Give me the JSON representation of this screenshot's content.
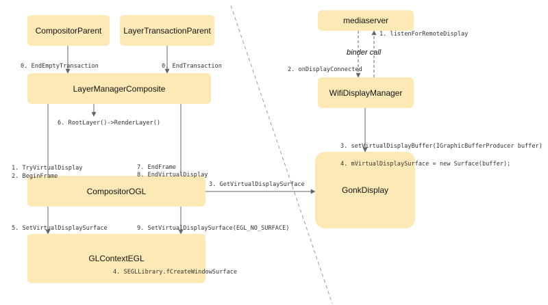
{
  "nodes": {
    "compositor_parent": "CompositorParent",
    "layer_transaction_parent": "LayerTransactionParent",
    "layer_manager_composite": "LayerManagerComposite",
    "compositor_ogl": "CompositorOGL",
    "gl_context_egl": "GLContextEGL",
    "mediaserver": "mediaserver",
    "wifi_display_manager": "WifiDisplayManager",
    "gonk_display": "GonkDisplay"
  },
  "edges": {
    "end_empty_transaction": "0. EndEmptyTransaction",
    "end_transaction": "0. EndTransaction",
    "root_layer_render": "6. RootLayer()->RenderLayer()",
    "try_virtual_display": "1. TryVirtualDisplay",
    "begin_frame": "2. BeginFrame",
    "end_frame": "7. EndFrame",
    "end_virtual_display": "8. EndVirtualDisplay",
    "get_virtual_display_surface": "3. GetVirtualDisplaySurface",
    "set_virtual_display_surface": "5. SetVirtualDisplaySurface",
    "set_virtual_display_surface_none": "9. SetVirtualDisplaySurface(EGL_NO_SURFACE)",
    "create_window_surface": "4. SEGLLibrary.fCreateWindowSurface",
    "listen_for_remote_display": "1. listenForRemoteDisplay",
    "binder_call": "binder call",
    "on_display_connected": "2. onDisplayConnected",
    "set_virtual_display_buffer": "3. setVirtualDisplayBuffer(IGraphicBufferProducer buffer)",
    "new_surface": "4. mVirtualDisplaySurface = new Surface(buffer);"
  },
  "colors": {
    "box_fill": "#fde9b6",
    "line": "#666666",
    "divider": "#9a9a9a"
  }
}
